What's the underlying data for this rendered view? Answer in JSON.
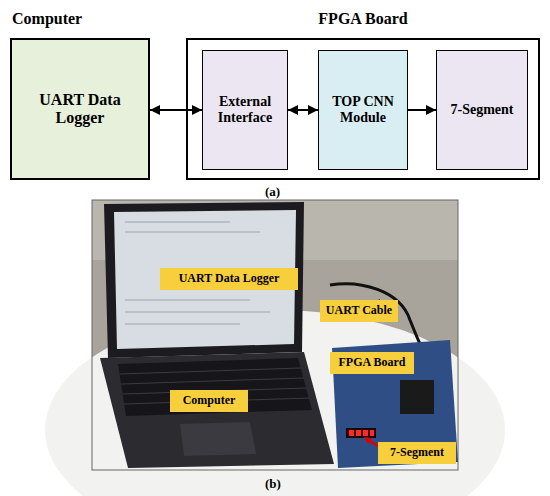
{
  "diagram": {
    "nodes": [
      {
        "text": [
          "Computer",
          "UART Data Logger"
        ]
      },
      {
        "text": [
          "FPGA Board"
        ]
      },
      {
        "text": [
          "External Interface"
        ],
        "in": 1
      },
      {
        "text": [
          "TOP CNN Module"
        ],
        "in": 1
      },
      {
        "text": [
          "7-Segment"
        ],
        "in": 1
      },
      {
        "text": [
          "UART Data Logger"
        ]
      },
      {
        "text": [
          "UART Cable"
        ]
      },
      {
        "text": [
          "FPGA Board"
        ]
      },
      {
        "text": [
          "Computer"
        ]
      },
      {
        "text": [
          "7-Segment"
        ]
      }
    ],
    "edges": [
      {
        "from": 0,
        "to": 2,
        "arrow": "both"
      },
      {
        "from": 2,
        "to": 3,
        "arrow": "both"
      },
      {
        "from": 3,
        "to": 4,
        "arrow": "to"
      }
    ],
    "labels": [
      "(a)",
      "(b)"
    ]
  }
}
